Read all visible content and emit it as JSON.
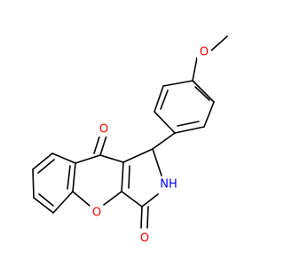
{
  "colors": {
    "bond": "#000000",
    "oxygen": "#ff0000",
    "nitrogen": "#0000ff",
    "background": "#ffffff"
  },
  "atom_labels": {
    "methoxy_oxygen": "O",
    "ketone_oxygen": "O",
    "ring_oxygen": "O",
    "lactam_oxygen": "O",
    "amine": "NH"
  }
}
